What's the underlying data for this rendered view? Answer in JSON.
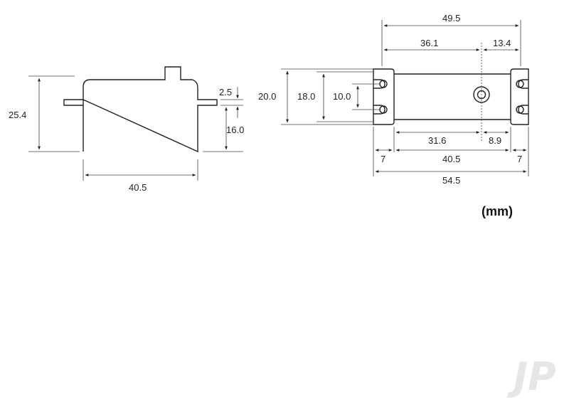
{
  "side_view": {
    "height": "25.4",
    "width": "40.5",
    "tab_thickness": "2.5",
    "tab_height": "16.0"
  },
  "bottom_view": {
    "overall_height": "20.0",
    "mount_height": "18.0",
    "hole_spacing": "10.0",
    "body_length": "49.5",
    "shaft_from_left": "36.1",
    "shaft_from_right": "13.4",
    "shaft_offset_left": "31.6",
    "shaft_offset_right": "8.9",
    "tab_left": "7",
    "hole_pitch": "40.5",
    "tab_right": "7",
    "overall_length": "54.5"
  },
  "units": "(mm)",
  "watermark": "JP"
}
